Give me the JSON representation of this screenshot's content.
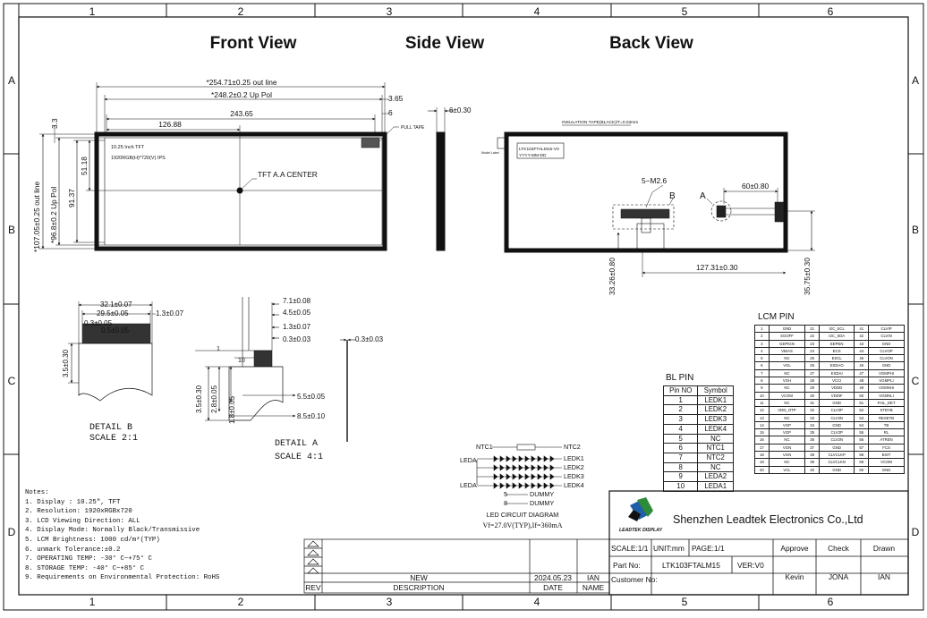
{
  "frame": {
    "columns": [
      "1",
      "2",
      "3",
      "4",
      "5",
      "6"
    ],
    "rows": [
      "A",
      "B",
      "C",
      "D"
    ]
  },
  "views": {
    "front": "Front View",
    "side": "Side View",
    "back": "Back View"
  },
  "front_view": {
    "dim_outline_width": "*254.71±0.25 out line",
    "dim_up_pol_width": "*248.2±0.2 Up Pol",
    "dim_365": "3.65",
    "dim_6": "6",
    "dim_24365": "243.65",
    "dim_12688": "126.88",
    "dim_33": "3.3",
    "dim_5118": "51.18",
    "dim_9137": "91.37",
    "dim_up_pol_height": "*96.8±0.2 Up Pol",
    "dim_outline_height": "*107.05±0.25 out line",
    "pull_tape": "PULL TAPE",
    "panel_line1": "10.25 Inch TFT",
    "panel_line2": "1920RGB(H)*720(V) IPS",
    "center_label": "TFT A.A CENTER"
  },
  "side_view": {
    "dim_thickness": "6±0.30"
  },
  "back_view": {
    "insulation": "INSULATION TAPE(BLACK)/T=0.03mm",
    "label_line1": "LTK103FTALM15-V0",
    "label_line2": "YYYY-MM-DD",
    "model_label": "Model Label",
    "screws": "5−M2.6",
    "b_label": "B",
    "a_label": "A",
    "dim_60": "60±0.80",
    "dim_12731": "127.31±0.30",
    "dim_3326": "33.26±0.80",
    "dim_3575": "35.75±0.30"
  },
  "detail_b": {
    "dim_321": "32.1±0.07",
    "dim_295": "29.5±0.05",
    "dim_13": "1.3±0.07",
    "dim_03": "0.3±0.05",
    "dim_05": "0.5±0.05",
    "dim_35": "3.5±0.30",
    "title": "DETAIL B",
    "scale": "SCALE 2:1"
  },
  "detail_a": {
    "dim_71": "7.1±0.08",
    "dim_45": "4.5±0.05",
    "dim_13": "1.3±0.07",
    "dim_03": "0.3±0.03",
    "dim_10": "10",
    "dim_1": "1",
    "dim_35": "3.5±0.30",
    "dim_28": "2.8±0.05",
    "dim_18": "1.8±0.05",
    "dim_55": "5.5±0.05",
    "dim_85": "8.5±0.10",
    "title": "DETAIL A",
    "scale": "SCALE 4:1"
  },
  "thin_part": {
    "dim": "0.3±0.03"
  },
  "lcm_pin": {
    "title": "LCM PIN",
    "rows": [
      [
        "1",
        "GND",
        "21",
        "I2C_SCL",
        "41",
        "CLVIP"
      ],
      [
        "2",
        "SGOFF",
        "22",
        "I2C_SDA",
        "42",
        "CLVIN"
      ],
      [
        "3",
        "GEPIGN",
        "23",
        "EEPEN",
        "43",
        "GND"
      ],
      [
        "4",
        "VBIAS",
        "24",
        "ECS",
        "44",
        "CLVOP"
      ],
      [
        "5",
        "NC",
        "25",
        "ESCL",
        "45",
        "CLVON"
      ],
      [
        "6",
        "VGL",
        "26",
        "ESDAO",
        "46",
        "GND"
      ],
      [
        "7",
        "NC",
        "27",
        "ESDAI",
        "47",
        "VGMPHI"
      ],
      [
        "8",
        "VGH",
        "28",
        "VCCI",
        "48",
        "VGMPLI"
      ],
      [
        "9",
        "NC",
        "29",
        "VDDD",
        "49",
        "VGMNHI"
      ],
      [
        "10",
        "VCOM",
        "30",
        "VDDIF",
        "50",
        "VGMNLI"
      ],
      [
        "11",
        "NC",
        "31",
        "GND",
        "51",
        "FAIL_DET"
      ],
      [
        "12",
        "VDD_OTP",
        "32",
        "CLV3P",
        "52",
        "STBYB"
      ],
      [
        "13",
        "NC",
        "33",
        "CLV3N",
        "53",
        "RESETB"
      ],
      [
        "14",
        "VGP",
        "34",
        "GND",
        "54",
        "TB"
      ],
      [
        "15",
        "VGP",
        "35",
        "CLV2P",
        "55",
        "RL"
      ],
      [
        "16",
        "NC",
        "36",
        "CLV2N",
        "56",
        "ATREN"
      ],
      [
        "17",
        "VGN",
        "37",
        "GND",
        "57",
        "FCS"
      ],
      [
        "18",
        "VGN",
        "38",
        "CLVCLKP",
        "58",
        "BIST"
      ],
      [
        "19",
        "NC",
        "39",
        "CLVCLKN",
        "59",
        "VCOM"
      ],
      [
        "20",
        "VCL",
        "40",
        "GND",
        "60",
        "GND"
      ]
    ]
  },
  "bl_pin": {
    "title": "BL PIN",
    "headers": [
      "Pin NO",
      "Symbol"
    ],
    "rows": [
      [
        "1",
        "LEDK1"
      ],
      [
        "2",
        "LEDK2"
      ],
      [
        "3",
        "LEDK3"
      ],
      [
        "4",
        "LEDK4"
      ],
      [
        "5",
        "NC"
      ],
      [
        "6",
        "NTC1"
      ],
      [
        "7",
        "NTC2"
      ],
      [
        "8",
        "NC"
      ],
      [
        "9",
        "LEDA2"
      ],
      [
        "10",
        "LEDA1"
      ]
    ]
  },
  "led_circuit": {
    "ntc1": "NTC1",
    "ntc2": "NTC2",
    "leda_top": "LEDA",
    "leda_bottom": "LEDA",
    "ledk1": "LEDK1",
    "ledk2": "LEDK2",
    "ledk3": "LEDK3",
    "ledk4": "LEDK4",
    "dummy1_pin": "5",
    "dummy2_pin": "8",
    "dummy1": "DUMMY",
    "dummy2": "DUMMY",
    "title": "LED CIRCUIT DIAGRAM",
    "spec": "Vf=27.0V(TYP),If=360mA"
  },
  "notes": {
    "title": "Notes:",
    "items": [
      "1. Display : 10.25\", TFT",
      "2. Resolution: 1920xRGBx720",
      "3. LCD Viewing Direction: ALL",
      "4. Display Mode: Normally Black/Transmissive",
      "5. LCM Brightness: 1000 cd/m²(TYP)",
      "6. unmark Tolerance:±0.2",
      "7. OPERATING TEMP: -30° C~+75° C",
      "8. STORAGE TEMP: -40° C~+85° C",
      "9. Requirements on Environmental Protection: RoHS"
    ]
  },
  "revision": {
    "row_new": "NEW",
    "row_date": "2024.05.23",
    "row_name": "IAN",
    "h_rev": "REV",
    "h_desc": "DESCRIPTION",
    "h_date": "DATE",
    "h_name": "NAME"
  },
  "title_block": {
    "company": "Shenzhen Leadtek Electronics Co.,Ltd",
    "logo_text": "LEADTEK DISPLAY",
    "scale": "SCALE:1/1",
    "unit": "UNIT:mm",
    "page": "PAGE:1/1",
    "approve": "Approve",
    "check": "Check",
    "drawn": "Drawn",
    "part_no_label": "Part No:",
    "part_no": "LTK103FTALM15",
    "ver": "VER:V0",
    "approve_name": "Kevin",
    "check_name": "JONA",
    "drawn_name": "IAN",
    "customer_label": "Customer No:"
  },
  "colors": {
    "line": "#111111",
    "logo_blue": "#1f5fa8",
    "logo_green": "#2e8b3a"
  }
}
